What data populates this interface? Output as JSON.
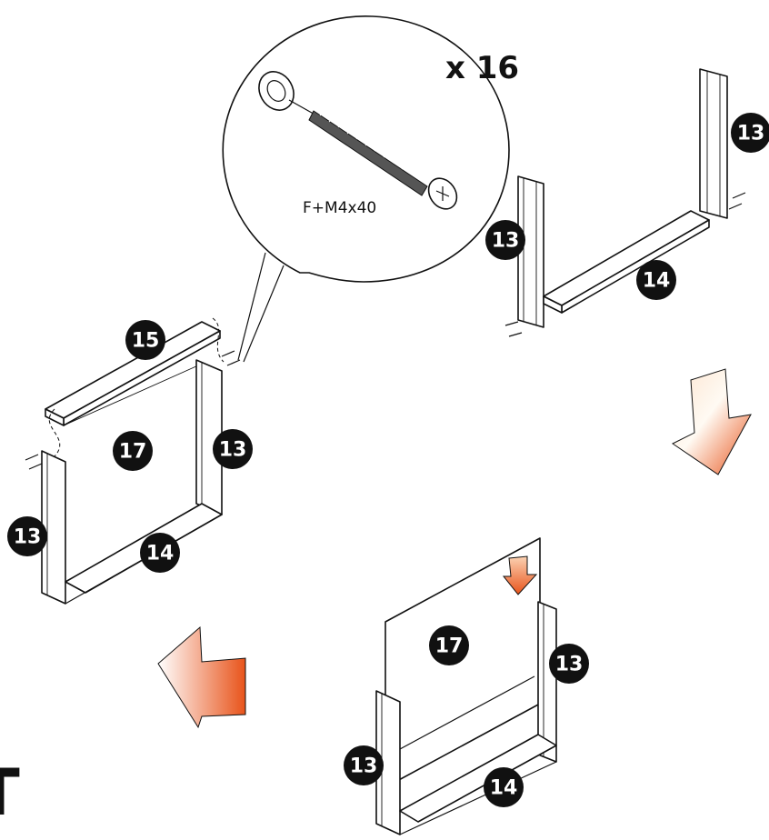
{
  "callout": {
    "quantity": "x 16",
    "screw_label": "F+M4x40"
  },
  "step_top_right": {
    "parts": [
      "13",
      "13",
      "14"
    ]
  },
  "step_left": {
    "parts": [
      "15",
      "17",
      "13",
      "13",
      "14"
    ]
  },
  "step_bottom": {
    "parts": [
      "17",
      "13",
      "13",
      "14"
    ]
  },
  "arrows": {
    "color_light": "#fff3e8",
    "color_dark": "#e8531a"
  },
  "edge_glyph": "T"
}
